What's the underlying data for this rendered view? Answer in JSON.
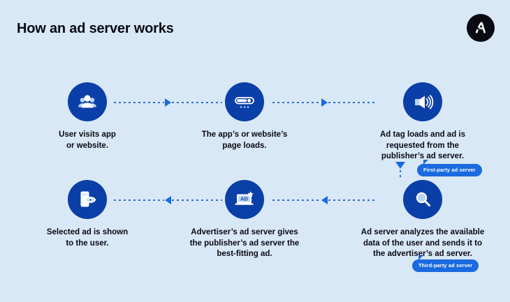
{
  "page": {
    "title": "How an ad server works",
    "background_color": "#d9e8f7",
    "accent_color": "#0b3fa8",
    "arrow_color": "#1a6ae0",
    "badge_color": "#1a6ae0",
    "text_color": "#0a0a12"
  },
  "logo": {
    "name": "adroll-logo",
    "shape": "black-circle-with-white-a-monogram",
    "circle_color": "#0a0a12",
    "mark_color": "#ffffff"
  },
  "steps": [
    {
      "id": "step-1",
      "order": 1,
      "icon": "users-group-icon",
      "caption": "User visits app\nor website."
    },
    {
      "id": "step-2",
      "order": 2,
      "icon": "page-loading-bar-icon",
      "caption": "The app’s or website’s\npage loads."
    },
    {
      "id": "step-3",
      "order": 3,
      "icon": "megaphone-icon",
      "caption": "Ad tag loads and ad is\nrequested from the\npublisher’s ad server."
    },
    {
      "id": "step-4",
      "order": 4,
      "icon": "magnifying-glass-icon",
      "caption": "Ad server analyzes the available\ndata of the user and sends it to\nthe advertiser’s ad server."
    },
    {
      "id": "step-5",
      "order": 5,
      "icon": "ad-screen-star-icon",
      "caption": "Advertiser’s ad server gives\nthe publisher’s ad server the\nbest-fitting ad."
    },
    {
      "id": "step-6",
      "order": 6,
      "icon": "phone-eye-icon",
      "caption": "Selected ad is shown\nto the user."
    }
  ],
  "badges": [
    {
      "id": "badge-1",
      "label": "First-party ad server"
    },
    {
      "id": "badge-2",
      "label": "Third-party ad server"
    }
  ],
  "connectors": [
    {
      "id": "conn-1",
      "from": "step-1",
      "to": "step-2",
      "direction": "right"
    },
    {
      "id": "conn-2",
      "from": "step-2",
      "to": "step-3",
      "direction": "right"
    },
    {
      "id": "conn-3",
      "from": "step-3",
      "to": "step-4",
      "direction": "down"
    },
    {
      "id": "conn-4",
      "from": "step-4",
      "to": "step-5",
      "direction": "left"
    },
    {
      "id": "conn-5",
      "from": "step-5",
      "to": "step-6",
      "direction": "left"
    }
  ]
}
